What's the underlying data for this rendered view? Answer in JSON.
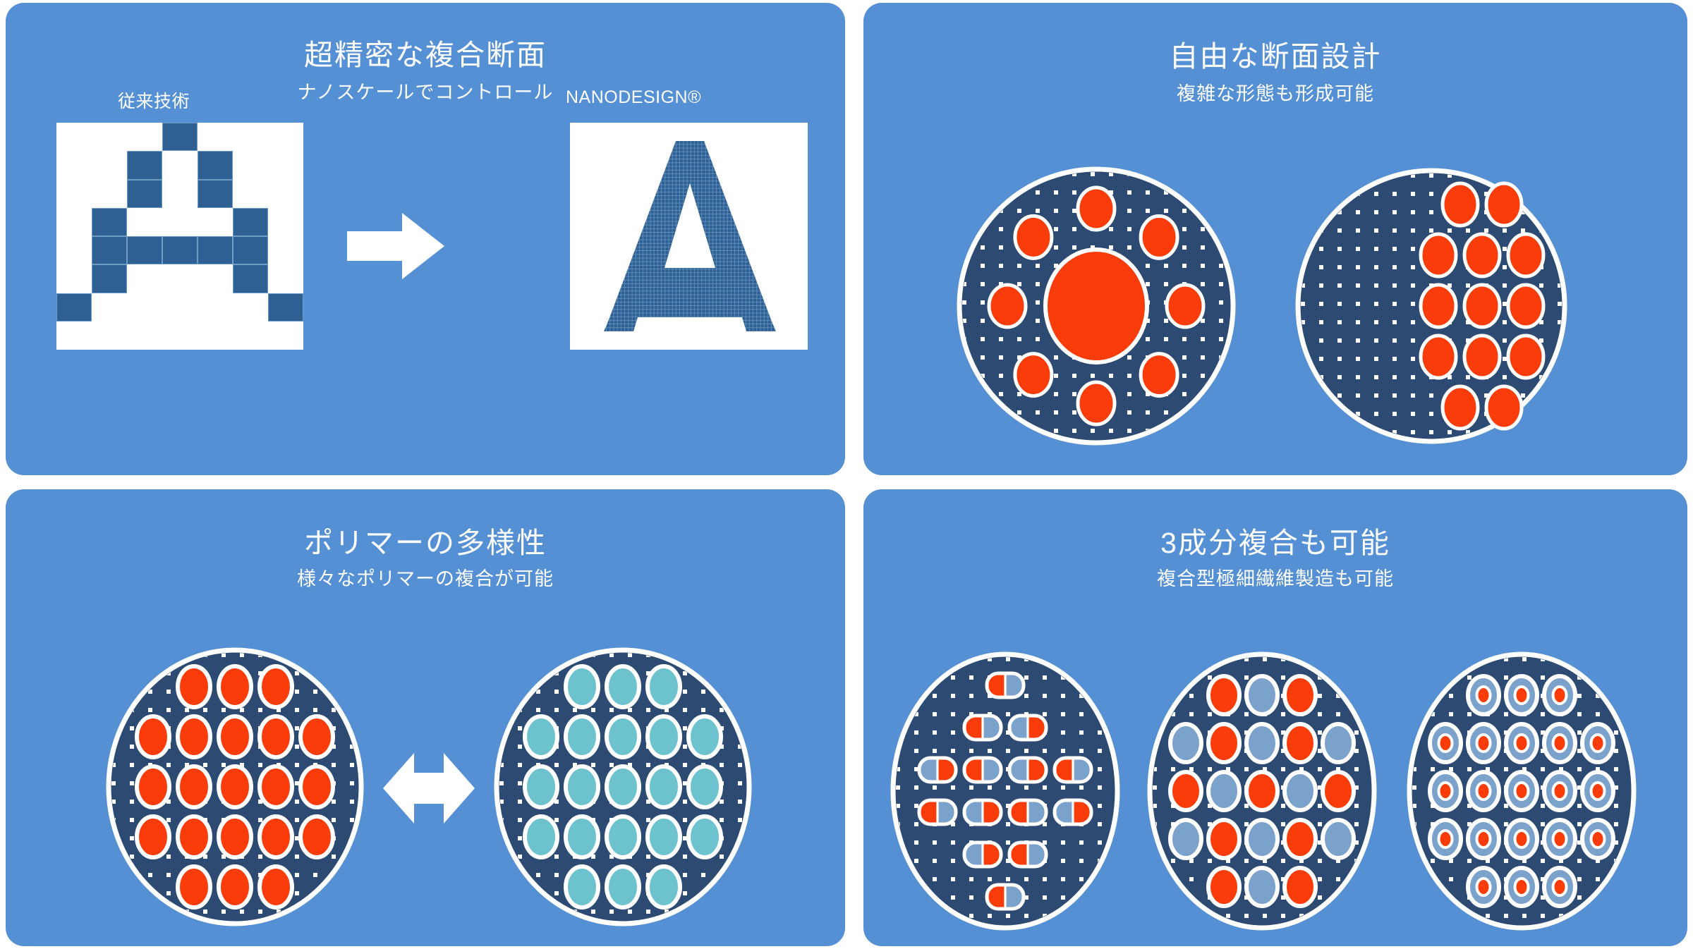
{
  "theme": {
    "panel_bg": "#5590d4",
    "fiber_matrix": "#2c4a72",
    "fiber_orange": "#fa3c0a",
    "fiber_teal": "#6cc3cd",
    "fiber_lightblue": "#7ba2cb",
    "outline_white": "#ffffff",
    "coarse_blue": "#2e6094",
    "text_white": "#ffffff"
  },
  "panels": [
    {
      "id": "ultra-precision-cross-section",
      "title": "超精密な複合断面",
      "subtitle": "ナノスケールでコントロール",
      "caption_left": "従来技術",
      "caption_right": "NANODESIGN®",
      "arrow": "right-arrow"
    },
    {
      "id": "free-cross-section-design",
      "title": "自由な断面設計",
      "subtitle": "複雑な形態も形成可能",
      "discs": [
        {
          "id": "ring-around-core",
          "layout": "one-large-center-plus-eight-ring"
        },
        {
          "id": "clustered-islands",
          "layout": "rows-2-3-3-3-2"
        }
      ]
    },
    {
      "id": "polymer-variety",
      "title": "ポリマーの多様性",
      "subtitle": "様々なポリマーの複合が可能",
      "arrow": "double-arrow",
      "discs": [
        {
          "id": "orange-islands",
          "color": "#fa3c0a",
          "layout": "rows-3-5-5-5-3"
        },
        {
          "id": "teal-islands",
          "color": "#6cc3cd",
          "layout": "rows-3-5-5-5-3"
        }
      ]
    },
    {
      "id": "three-component-composite",
      "title": "3成分複合も可能",
      "subtitle": "複合型極細繊維製造も可能",
      "discs": [
        {
          "id": "side-by-side-capsules",
          "layout": "rows-1-2-4-4-2-1"
        },
        {
          "id": "alternating-round-islands",
          "layout": "rows-3-5-5-5-3"
        },
        {
          "id": "core-sheath-islands",
          "layout": "rows-3-5-5-5-3"
        }
      ]
    }
  ],
  "coarse_letter": {
    "name": "A",
    "cols": 7,
    "rows": 8,
    "cells": [
      [
        0,
        0,
        0,
        1,
        0,
        0,
        0
      ],
      [
        0,
        0,
        1,
        0,
        1,
        0,
        0
      ],
      [
        0,
        0,
        1,
        0,
        1,
        0,
        0
      ],
      [
        0,
        1,
        0,
        0,
        0,
        1,
        0
      ],
      [
        0,
        1,
        1,
        1,
        1,
        1,
        0
      ],
      [
        0,
        1,
        0,
        0,
        0,
        1,
        0
      ],
      [
        1,
        0,
        0,
        0,
        0,
        0,
        1
      ],
      [
        0,
        0,
        0,
        0,
        0,
        0,
        0
      ]
    ]
  },
  "fine_letter": {
    "name": "A",
    "pixel_grid": "fine"
  }
}
